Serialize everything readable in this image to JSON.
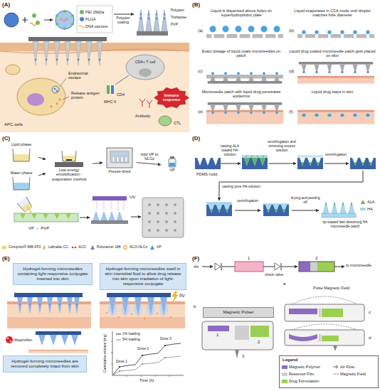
{
  "diagram": {
    "nodes": [
      {
        "text": [
          "Hydrogel-forming microneedles containing light-responsive conjugate inserted into skin"
        ]
      },
      {
        "text": [
          "Hydrogel-forming microneedles swell in skin interstitial fluid to allow drug release into skin upon irradiation of light-responsive conjugate"
        ]
      },
      {
        "text": [
          "Hydrogel-forming microneedles are removed completely intact from skin"
        ]
      },
      {
        "text": [
          "Immune response"
        ]
      },
      {
        "text": [
          "CD4+ T cell"
        ]
      },
      {
        "text": [
          "Magnetic Pulser"
        ]
      },
      {
        "text": [
          "Legend"
        ]
      },
      {
        "text": [
          "Lipid phase"
        ]
      },
      {
        "text": [
          "Water phase"
        ]
      },
      {
        "text": [
          "Low-energy emulsification -evaporation method"
        ]
      },
      {
        "text": [
          "Freeze-dried"
        ]
      },
      {
        "text": [
          "VP"
        ]
      }
    ],
    "edges": [
      {
        "from": 7,
        "to": 9,
        "arrow": "to"
      },
      {
        "from": 8,
        "to": 9,
        "arrow": "to"
      },
      {
        "from": 9,
        "to": 10,
        "arrow": "to"
      },
      {
        "from": 10,
        "to": 11,
        "label": "Add VP to NLCs",
        "arrow": "to"
      }
    ],
    "labels": [
      "(A)",
      "PEI 25kDa",
      "PLGA",
      "DNA vaccine",
      "Polyplex coating",
      "Polyplex",
      "Trehalose",
      "PVP",
      "APC cells",
      "Endosomal escape",
      "Release antigen protein",
      "MHC II",
      "CD4",
      "Antibody",
      "CTL",
      "(B)",
      "Liquid is dispensed above holes on superhydrophobic plate",
      "(a)",
      "Liquid evaporates in CCA mode until droplet matches hole diameter",
      "(b)",
      "Exact dosage of liquid coats microneedles on patch",
      "(c)",
      "Liquid drug coated microneedle patch gets placed on skin",
      "(d)",
      "Microneedle patch with liquid drug penetrates epidermis",
      "(e)",
      "Liquid drug stays in skin",
      "(f)",
      "(C)",
      "UV",
      "VP → PVP",
      "(D)",
      "casting ALA loaded HA solution",
      "centrifugation and removing excess solution",
      "centrifugation",
      "PDMS mold",
      "casting pure HA solution",
      "centrifugation",
      "drying and peeling off",
      "tip-loaded fast-dissolving HA microneedle patch",
      "(E)",
      "hν",
      "Ibuprofen",
      "Dose 1",
      "Dose 2",
      "Dose 3",
      "1% loading",
      "5% loading",
      "Time (h)",
      "Cumulative release (mg)",
      "(F)",
      "Air",
      "1",
      "2",
      "check valve",
      "to microneedle",
      "a",
      "b",
      "1",
      "2",
      "3",
      "Pulse Magnetic Field",
      "c",
      "d"
    ],
    "legend": [
      {
        "text": "Compritol® 888 ATO"
      },
      {
        "text": "Labrafac CC"
      },
      {
        "text": "ACO"
      },
      {
        "text": "Poloxamer 188"
      },
      {
        "text": "ACO-NLCs"
      },
      {
        "text": "VP"
      },
      {
        "text": "ALA"
      },
      {
        "text": "HA"
      },
      {
        "text": "Magnetic Polymer",
        "color": "#8e6bbf"
      },
      {
        "text": "Reservoir Film",
        "color": "#cfcfcf"
      },
      {
        "text": "Drug Formulation",
        "color": "#9bcf53"
      },
      {
        "text": "Air Flow"
      },
      {
        "text": "Magnetic Field"
      }
    ]
  }
}
